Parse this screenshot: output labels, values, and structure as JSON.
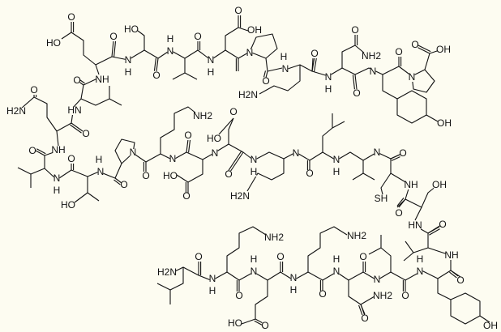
{
  "title": "Peptide structure",
  "colors": {
    "background": "#fdfcf1",
    "ink": "#111111"
  },
  "atom_labels": [
    "HO",
    "O",
    "O",
    "HO",
    "N",
    "H",
    "O",
    "H",
    "N",
    "O",
    "N",
    "H",
    "O",
    "OH",
    "N",
    "O",
    "H",
    "N",
    "H2N",
    "O",
    "N",
    "H",
    "O",
    "NH2",
    "N",
    "O",
    "O",
    "N",
    "O",
    "OH",
    "OH",
    "O",
    "H2N",
    "O",
    "NH",
    "HN",
    "O",
    "NH",
    "O",
    "N",
    "H",
    "O",
    "H",
    "N",
    "O",
    "HO",
    "N",
    "O",
    "N",
    "HO",
    "O",
    "N",
    "O",
    "H2N",
    "NH2",
    "O",
    "HO",
    "O",
    "N",
    "H",
    "N",
    "O",
    "N",
    "H",
    "N",
    "O",
    "NH",
    "OH",
    "SH",
    "O",
    "HN",
    "O",
    "NH",
    "O",
    "NH2",
    "NH2",
    "H",
    "N",
    "O",
    "N",
    "H",
    "O",
    "H",
    "N",
    "O",
    "N",
    "NH2",
    "O",
    "O",
    "H",
    "N",
    "OH",
    "H2N",
    "O",
    "N",
    "H",
    "O",
    "HO",
    "O"
  ]
}
